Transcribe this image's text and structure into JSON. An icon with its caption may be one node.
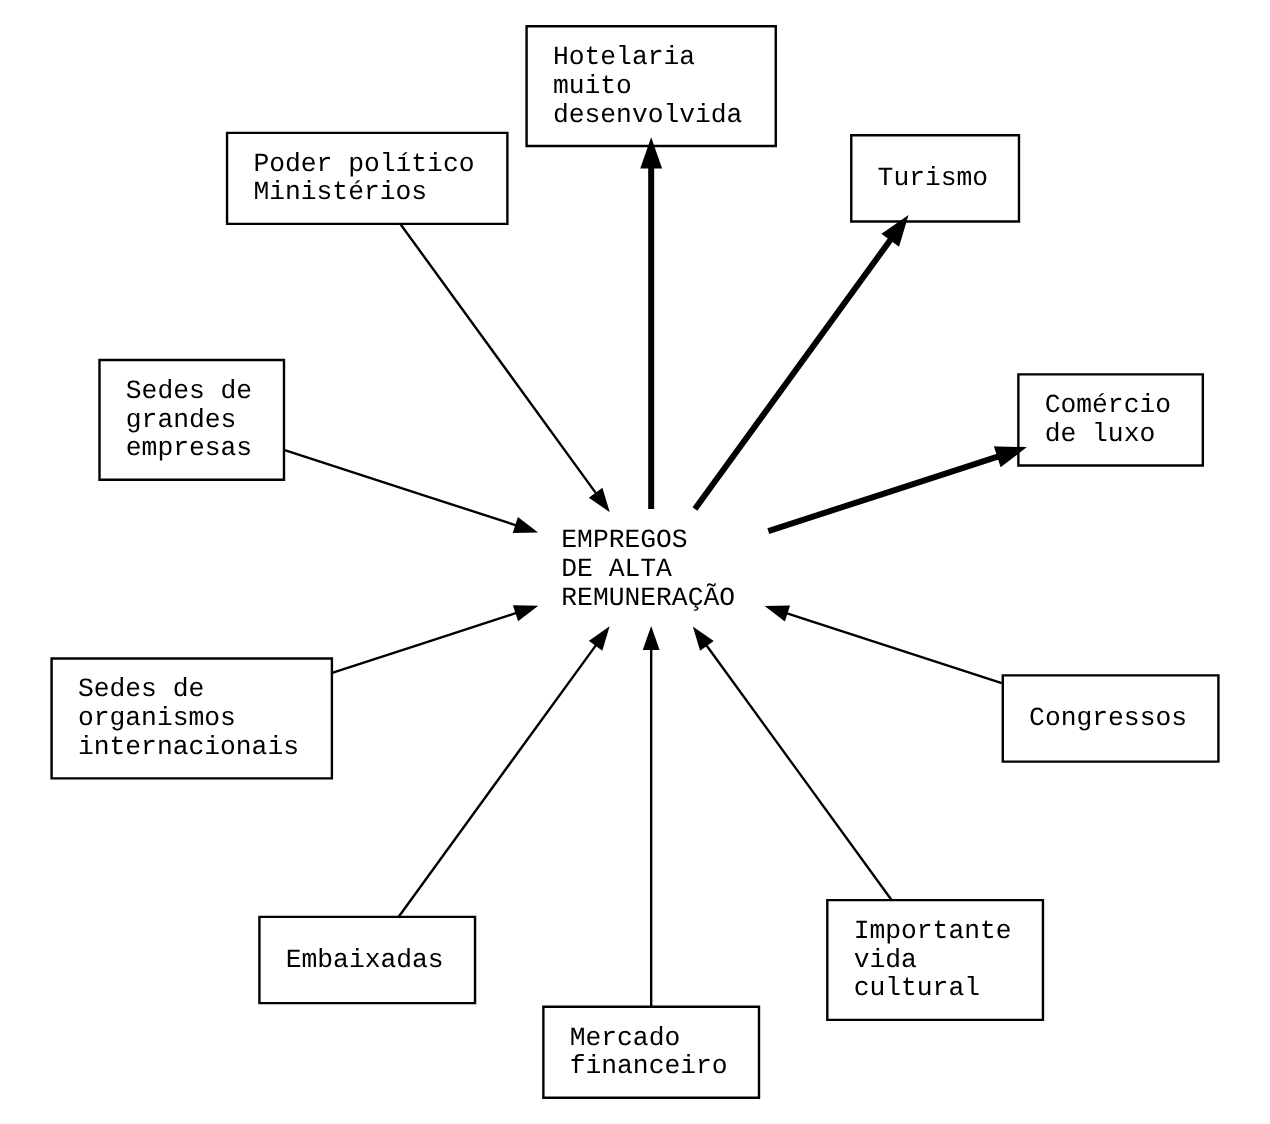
{
  "diagram": {
    "nodes": [
      {
        "text": [
          "Poder político",
          "Ministérios"
        ]
      },
      {
        "text": [
          "Sedes de grandes empresas"
        ]
      },
      {
        "text": [
          "Sedes de organismos internacionais"
        ]
      },
      {
        "text": [
          "Embaixadas"
        ]
      },
      {
        "text": [
          "EMPREGOS DE ALTA REMUNERAÇÃO"
        ]
      },
      {
        "text": [
          "Mercado financeiro"
        ]
      },
      {
        "text": [
          "Importante vida cultural"
        ]
      },
      {
        "text": [
          "Congressos"
        ]
      },
      {
        "text": [
          "Comércio de luxo"
        ]
      },
      {
        "text": [
          "Turismo"
        ]
      },
      {
        "text": [
          "Hotelaria muito desenvolvida"
        ]
      }
    ],
    "edges": [
      {
        "from": 0,
        "to": 4,
        "arrow": "to"
      },
      {
        "from": 1,
        "to": 4,
        "arrow": "to"
      },
      {
        "from": 2,
        "to": 4,
        "arrow": "to"
      },
      {
        "from": 3,
        "to": 4,
        "arrow": "to"
      },
      {
        "from": 5,
        "to": 4,
        "arrow": "to"
      },
      {
        "from": 6,
        "to": 4,
        "arrow": "to"
      },
      {
        "from": 7,
        "to": 4,
        "arrow": "to"
      },
      {
        "from": 4,
        "to": 8,
        "arrow": "to",
        "style": "thick"
      },
      {
        "from": 4,
        "to": 10,
        "arrow": "to",
        "style": "thick"
      },
      {
        "from": 4,
        "to": 9,
        "arrow": "to",
        "style": "thick"
      }
    ]
  }
}
